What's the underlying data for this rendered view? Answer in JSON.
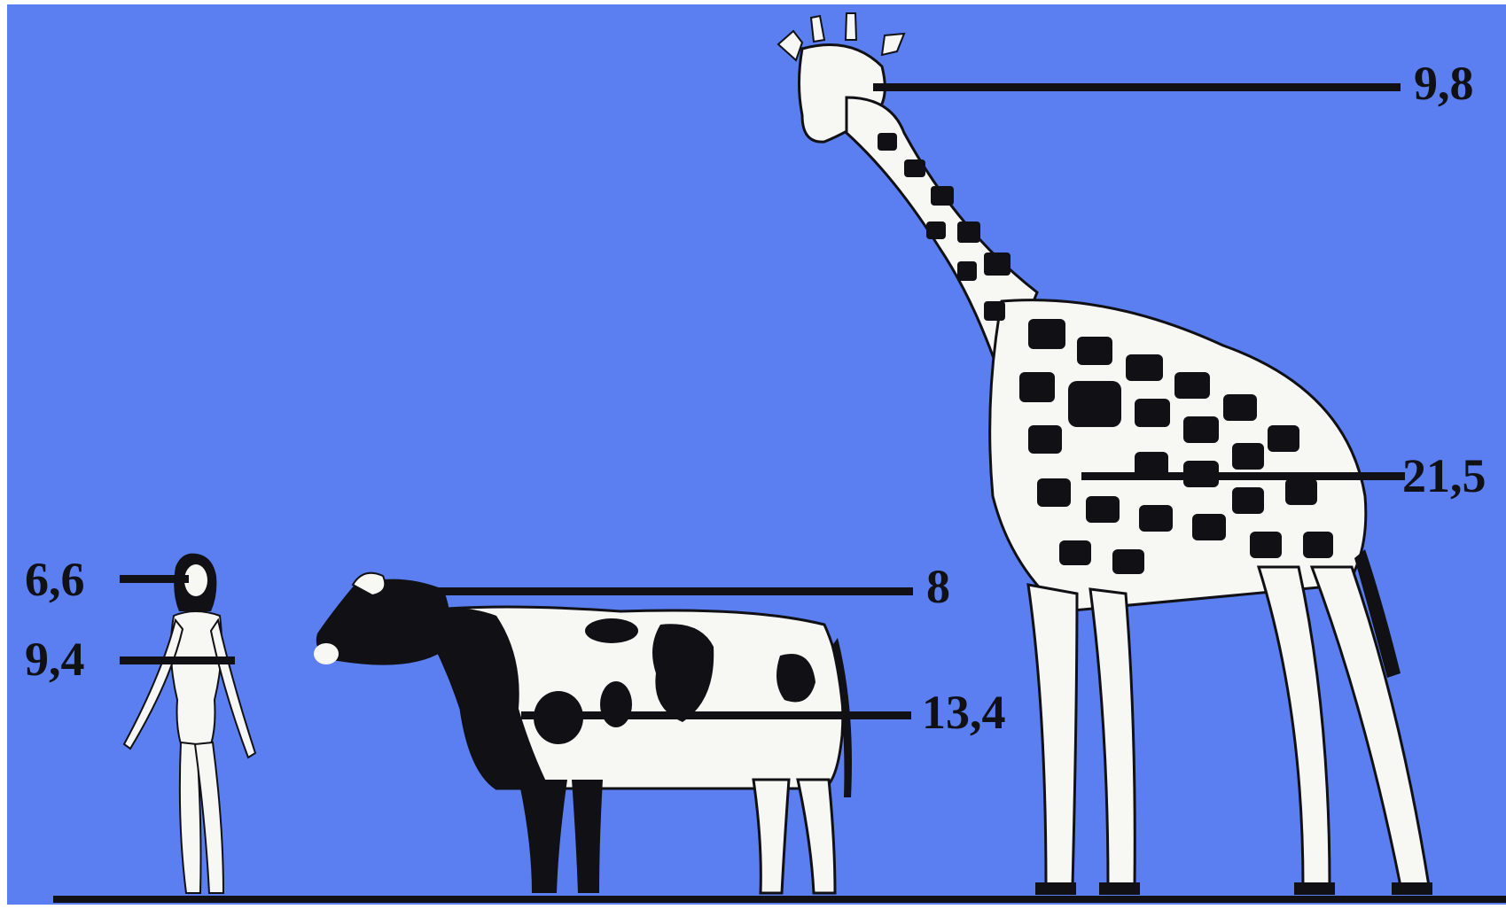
{
  "colors": {
    "background": "#5b7ff0",
    "ink": "#101015",
    "white": "#f7f7f4"
  },
  "figures": [
    {
      "id": "human",
      "icon": "human-figure-icon",
      "labels": [
        "6,6",
        "9,4"
      ]
    },
    {
      "id": "cow",
      "icon": "cow-icon",
      "labels": [
        "8",
        "13,4"
      ]
    },
    {
      "id": "giraffe",
      "icon": "giraffe-icon",
      "labels": [
        "9,8",
        "21,5"
      ]
    }
  ],
  "labels": {
    "human_head": "6,6",
    "human_chest": "9,4",
    "cow_head": "8",
    "cow_body": "13,4",
    "giraffe_head": "9,8",
    "giraffe_body": "21,5"
  }
}
